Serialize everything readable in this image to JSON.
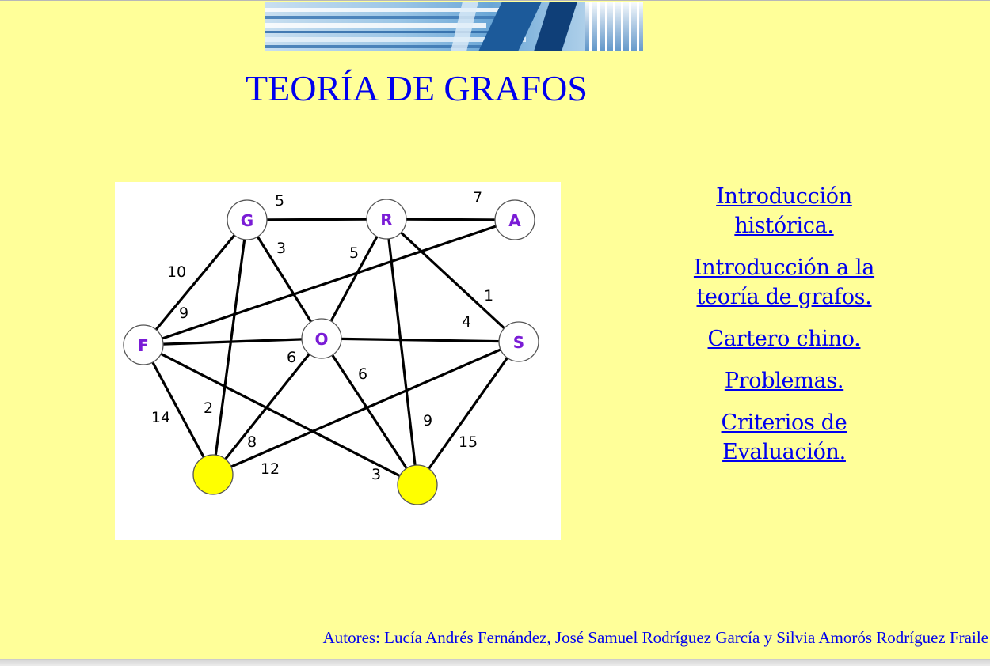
{
  "header": {
    "title": "TEORÍA DE GRAFOS"
  },
  "graph": {
    "vertices": [
      {
        "id": "G",
        "label": "G",
        "fill": "#ffffff"
      },
      {
        "id": "R",
        "label": "R",
        "fill": "#ffffff"
      },
      {
        "id": "A",
        "label": "A",
        "fill": "#ffffff"
      },
      {
        "id": "F",
        "label": "F",
        "fill": "#ffffff"
      },
      {
        "id": "O",
        "label": "O",
        "fill": "#ffffff"
      },
      {
        "id": "S",
        "label": "S",
        "fill": "#ffffff"
      },
      {
        "id": "Y1",
        "label": "",
        "fill": "#ffff00"
      },
      {
        "id": "Y2",
        "label": "",
        "fill": "#ffff00"
      }
    ],
    "edges": [
      {
        "from": "G",
        "to": "R",
        "weight": "5"
      },
      {
        "from": "R",
        "to": "A",
        "weight": "7"
      },
      {
        "from": "G",
        "to": "F",
        "weight": "10"
      },
      {
        "from": "G",
        "to": "O",
        "weight": "3"
      },
      {
        "from": "G",
        "to": "Y1",
        "weight": "2"
      },
      {
        "from": "R",
        "to": "O",
        "weight": "5"
      },
      {
        "from": "R",
        "to": "S",
        "weight": "1"
      },
      {
        "from": "R",
        "to": "Y2",
        "weight": "9"
      },
      {
        "from": "A",
        "to": "F",
        "weight": "9"
      },
      {
        "from": "F",
        "to": "O",
        "weight": "6"
      },
      {
        "from": "O",
        "to": "S",
        "weight": "4"
      },
      {
        "from": "O",
        "to": "Y1",
        "weight": "8"
      },
      {
        "from": "O",
        "to": "Y2",
        "weight": "6"
      },
      {
        "from": "F",
        "to": "Y1",
        "weight": "14"
      },
      {
        "from": "F",
        "to": "Y2",
        "weight": "3"
      },
      {
        "from": "S",
        "to": "Y1",
        "weight": "12"
      },
      {
        "from": "S",
        "to": "Y2",
        "weight": "15"
      }
    ],
    "colors": {
      "edge": "#000000",
      "vertex_label": "#7a1cd6",
      "highlight_vertex": "#ffff00"
    }
  },
  "nav": {
    "links": [
      {
        "label": "Introducción histórica."
      },
      {
        "label": "Introducción a la teoría de grafos."
      },
      {
        "label": "Cartero chino."
      },
      {
        "label": "Problemas."
      },
      {
        "label": "Criterios de Evaluación."
      }
    ]
  },
  "footer": {
    "authors": "Autores: Lucía Andrés Fernández, José Samuel Rodríguez García y Silvia Amorós Rodríguez Fraile"
  },
  "colors": {
    "background": "#ffff99",
    "link": "#0000ee"
  }
}
